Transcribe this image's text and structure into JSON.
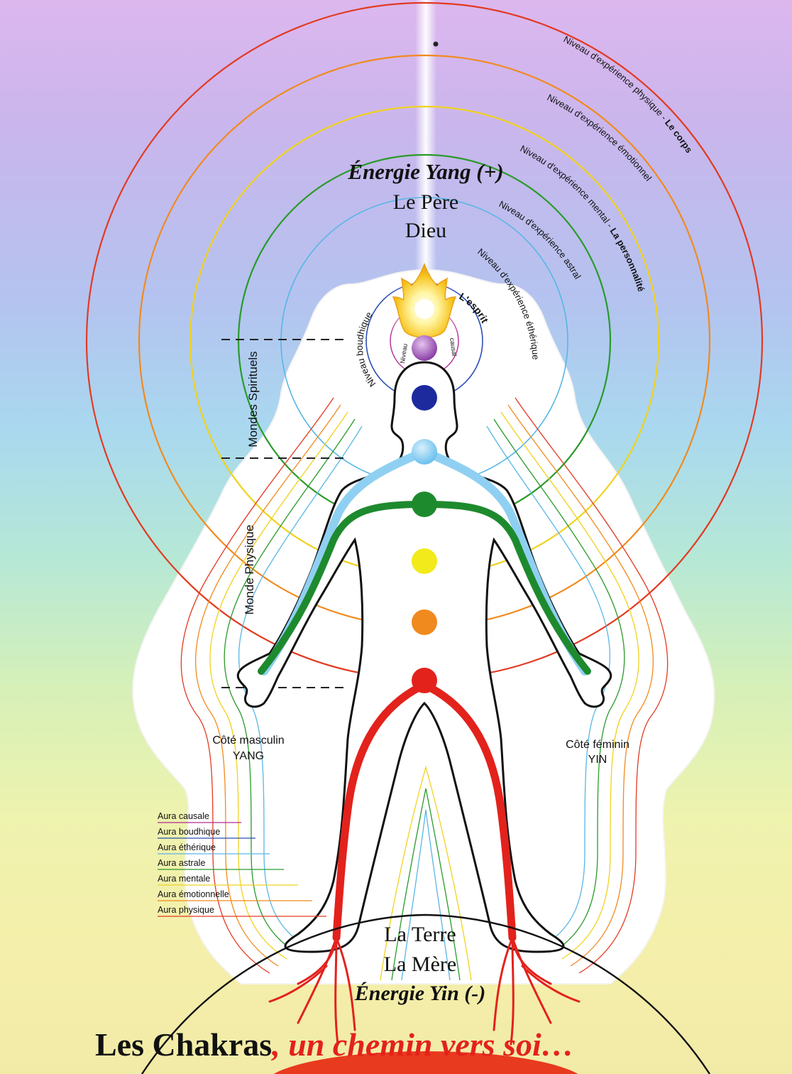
{
  "top": {
    "yang_title": "Énergie Yang (+)",
    "father": "Le Père",
    "god": "Dieu"
  },
  "rings": [
    {
      "label_normal": "Niveau d'expérience physique - ",
      "label_bold": "Le corps",
      "color": "#e23a22"
    },
    {
      "label_normal": "Niveau d'expérience émotionnel",
      "label_bold": "",
      "color": "#f08a1e"
    },
    {
      "label_normal": "Niveau d'expérience mental - ",
      "label_bold": "La personnalité",
      "color": "#f0d21e"
    },
    {
      "label_normal": "Niveau d'expérience astral",
      "label_bold": "",
      "color": "#2a9a2a"
    },
    {
      "label_normal": "Niveau d'expérience éthérique",
      "label_bold": "",
      "color": "#58b6e6"
    }
  ],
  "inner_labels": {
    "niveau_boudhique": "Niveau boudhique",
    "esprit": "L'esprit",
    "niveau_small": "Niveau",
    "causal_small": "causal"
  },
  "worlds": {
    "spiritual": "Mondes Spirituels",
    "physical": "Monde Physique"
  },
  "sides": {
    "masculine_line1": "Côté masculin",
    "masculine_line2": "YANG",
    "feminine_line1": "Côté féminin",
    "feminine_line2": "YIN"
  },
  "aura_legend": [
    {
      "label": "Aura causale",
      "color": "#b22a8e"
    },
    {
      "label": "Aura boudhique",
      "color": "#2c4fb2"
    },
    {
      "label": "Aura éthérique",
      "color": "#58b6e6"
    },
    {
      "label": "Aura astrale",
      "color": "#2a9a2a"
    },
    {
      "label": "Aura mentale",
      "color": "#f0d21e"
    },
    {
      "label": "Aura émotionnelle",
      "color": "#f08a1e"
    },
    {
      "label": "Aura physique",
      "color": "#e23a22"
    }
  ],
  "bottom": {
    "earth": "La Terre",
    "mother": "La Mère",
    "yin_title": "Énergie Yin (-)"
  },
  "page_title": {
    "part1": "Les Chakras",
    "part2": ", un chemin vers soi…"
  },
  "chakras": [
    {
      "name": "crown",
      "color": "#9a4fb4"
    },
    {
      "name": "third-eye",
      "color": "#1c2a9e"
    },
    {
      "name": "throat",
      "color": "#8fd0f2"
    },
    {
      "name": "heart",
      "color": "#1e8a2e"
    },
    {
      "name": "solar-plexus",
      "color": "#f2ea1a"
    },
    {
      "name": "sacral",
      "color": "#f08a1e"
    },
    {
      "name": "root",
      "color": "#e3221c"
    }
  ]
}
